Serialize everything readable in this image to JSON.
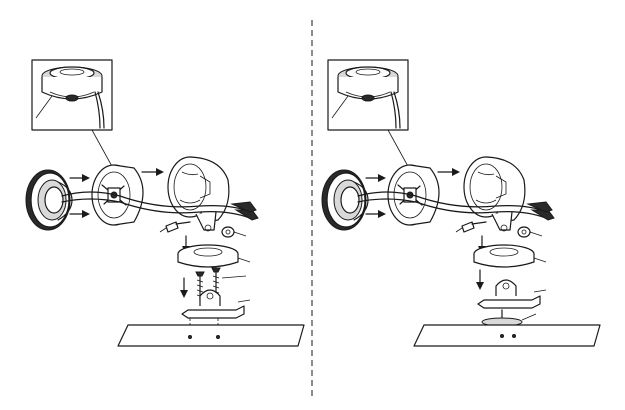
{
  "figure": {
    "panels": [
      {
        "id": "panel-left",
        "variant": "screw-mount"
      },
      {
        "id": "panel-right",
        "variant": "adhesive-mount"
      }
    ],
    "divider_style": "dashed",
    "colors": {
      "line": "#1a1a1a",
      "shade": "#d9d9d9",
      "background": "#ffffff"
    }
  }
}
